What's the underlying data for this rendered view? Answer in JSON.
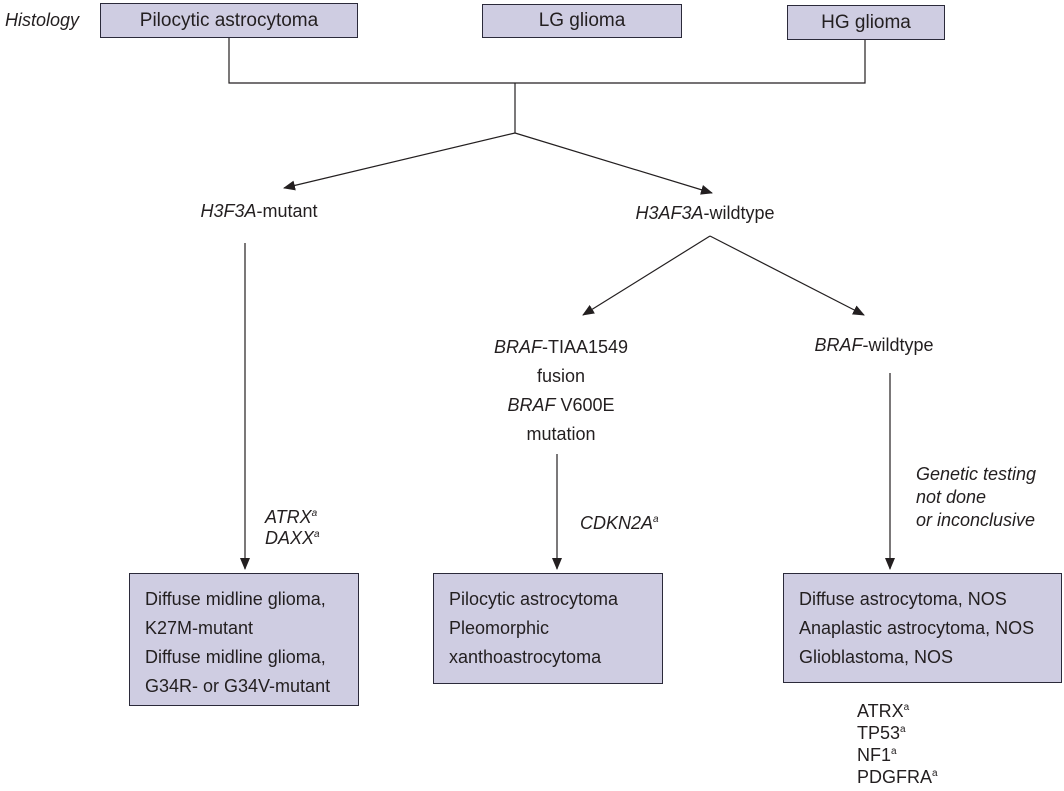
{
  "histology_label": "Histology",
  "histology": {
    "pilocytic": "Pilocytic astrocytoma",
    "lg": "LG glioma",
    "hg": "HG glioma"
  },
  "h3_mutant": {
    "gene": "H3F3A",
    "suffix": "-mutant"
  },
  "h3_wildtype": {
    "gene": "H3AF3A",
    "suffix": "-wildtype"
  },
  "braf_fusion": {
    "gene1": "BRAF",
    "suffix1": "-TIAA1549",
    "line2": "fusion",
    "gene2": "BRAF",
    "suffix2": " V600E",
    "line4": "mutation"
  },
  "braf_wildtype": {
    "gene": "BRAF",
    "suffix": "-wildtype"
  },
  "marker": "a",
  "mutant_markers": [
    "ATRX",
    "DAXX"
  ],
  "fusion_marker": "CDKN2A",
  "genetic_testing": [
    "Genetic testing",
    "not done",
    "or inconclusive"
  ],
  "results": {
    "midline": [
      "Diffuse midline glioma,",
      "K27M-mutant",
      "Diffuse midline glioma,",
      "G34R- or G34V-mutant"
    ],
    "pilocytic": [
      "Pilocytic astrocytoma",
      "Pleomorphic",
      "xanthoastrocytoma"
    ],
    "nos": [
      "Diffuse astrocytoma, NOS",
      "Anaplastic astrocytoma, NOS",
      "Glioblastoma, NOS"
    ]
  },
  "nos_markers": [
    "ATRX",
    "TP53",
    "NF1",
    "PDGFRA"
  ],
  "colors": {
    "box_fill": "#cfcde2",
    "line": "#231f20"
  }
}
